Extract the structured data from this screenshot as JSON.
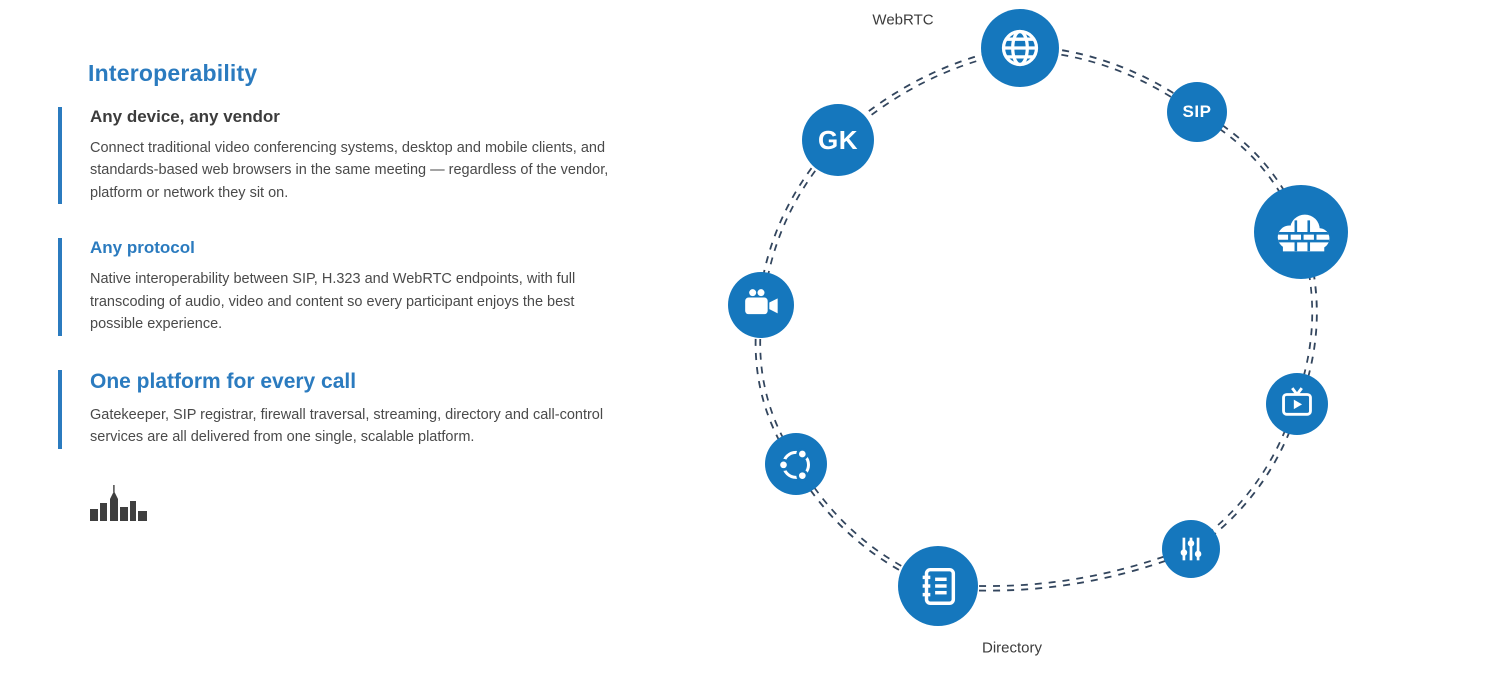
{
  "page": {
    "background_color": "#ffffff"
  },
  "left_panel": {
    "title": "Interoperability",
    "sections": [
      {
        "heading": "Any device, any vendor",
        "body": "Connect traditional video conferencing systems, desktop and mobile clients, and standards-based web browsers in the same meeting — regardless of the vendor, platform or network they sit on."
      },
      {
        "heading": "Any protocol",
        "body": "Native interoperability between SIP, H.323 and WebRTC endpoints, with full transcoding of audio, video and content so every participant enjoys the best possible experience."
      },
      {
        "heading": "One platform for every call",
        "body": "Gatekeeper, SIP registrar, firewall traversal, streaming, directory and call-control services are all delivered from one single, scalable platform."
      }
    ]
  },
  "diagram": {
    "node_color": "#1577bd",
    "line_color": "#33465e",
    "heading_color": "#2b7bbf",
    "nodes": [
      {
        "id": "gatekeeper",
        "icon": "gk-text",
        "text": "GK"
      },
      {
        "id": "web",
        "icon": "globe-icon",
        "label": "WebRTC"
      },
      {
        "id": "sip",
        "icon": "sip-text",
        "text": "SIP"
      },
      {
        "id": "firewall",
        "icon": "cloud-firewall-icon"
      },
      {
        "id": "camera",
        "icon": "video-camera-icon"
      },
      {
        "id": "streaming",
        "icon": "tv-play-icon"
      },
      {
        "id": "sharing",
        "icon": "share-icon"
      },
      {
        "id": "control",
        "icon": "sliders-icon"
      },
      {
        "id": "directory",
        "icon": "notebook-icon",
        "label": "Directory"
      }
    ]
  }
}
